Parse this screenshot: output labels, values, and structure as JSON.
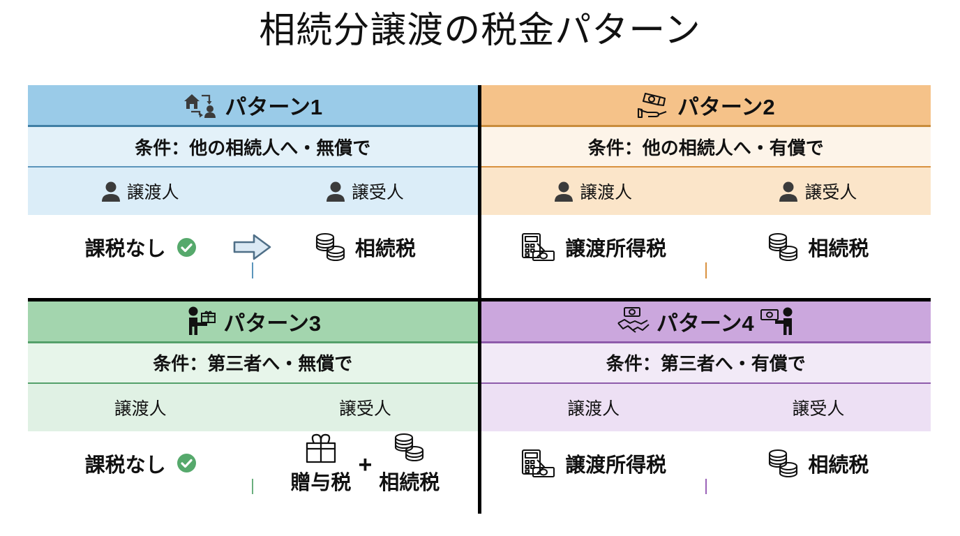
{
  "title": "相続分譲渡の税金パターン",
  "roles": {
    "transferor": "譲渡人",
    "transferee": "譲受人"
  },
  "taxes": {
    "none": "課税なし",
    "inheritance": "相続税",
    "capital_gains": "譲渡所得税",
    "gift": "贈与税",
    "plus": "+"
  },
  "patterns": [
    {
      "id": "pattern-1",
      "label": "パターン1",
      "condition": "条件：他の相続人へ・無償で",
      "accent": "#9ACBE8",
      "header_icons": [
        "house-transfer-icon"
      ],
      "left": {
        "role": "譲渡人",
        "role_icon": "person-icon",
        "tax": "課税なし",
        "tax_icon": "green-check-icon"
      },
      "right": {
        "role": "譲受人",
        "role_icon": "person-icon",
        "tax": "相続税",
        "tax_icon": "coins-icon"
      },
      "arrow": "right-arrow-icon"
    },
    {
      "id": "pattern-2",
      "label": "パターン2",
      "condition": "条件：他の相続人へ・有償で",
      "accent": "#F5C289",
      "header_icons": [
        "money-hand-icon"
      ],
      "left": {
        "role": "譲渡人",
        "role_icon": "person-icon",
        "tax": "譲渡所得税",
        "tax_icon": "calculator-money-icon"
      },
      "right": {
        "role": "譲受人",
        "role_icon": "person-icon",
        "tax": "相続税",
        "tax_icon": "coins-icon"
      },
      "arrow": null
    },
    {
      "id": "pattern-3",
      "label": "パターン3",
      "condition": "条件：第三者へ・無償で",
      "accent": "#A3D5AE",
      "header_icons": [
        "person-gift-icon"
      ],
      "left": {
        "role": "譲渡人",
        "role_icon": null,
        "tax": "課税なし",
        "tax_icon": "green-check-icon"
      },
      "right": {
        "role": "譲受人",
        "role_icon": null,
        "tax_parts": [
          {
            "label": "贈与税",
            "icon": "gift-icon"
          },
          {
            "label": "相続税",
            "icon": "coins-icon"
          }
        ],
        "operator": "+"
      },
      "arrow": null
    },
    {
      "id": "pattern-4",
      "label": "パターン4",
      "condition": "条件：第三者へ・有償で",
      "accent": "#CBA7DD",
      "header_icons": [
        "handshake-money-icon",
        "person-cash-icon"
      ],
      "left": {
        "role": "譲渡人",
        "role_icon": null,
        "tax": "譲渡所得税",
        "tax_icon": "calculator-money-icon"
      },
      "right": {
        "role": "譲受人",
        "role_icon": null,
        "tax": "相続税",
        "tax_icon": "coins-icon"
      },
      "arrow": null
    }
  ]
}
